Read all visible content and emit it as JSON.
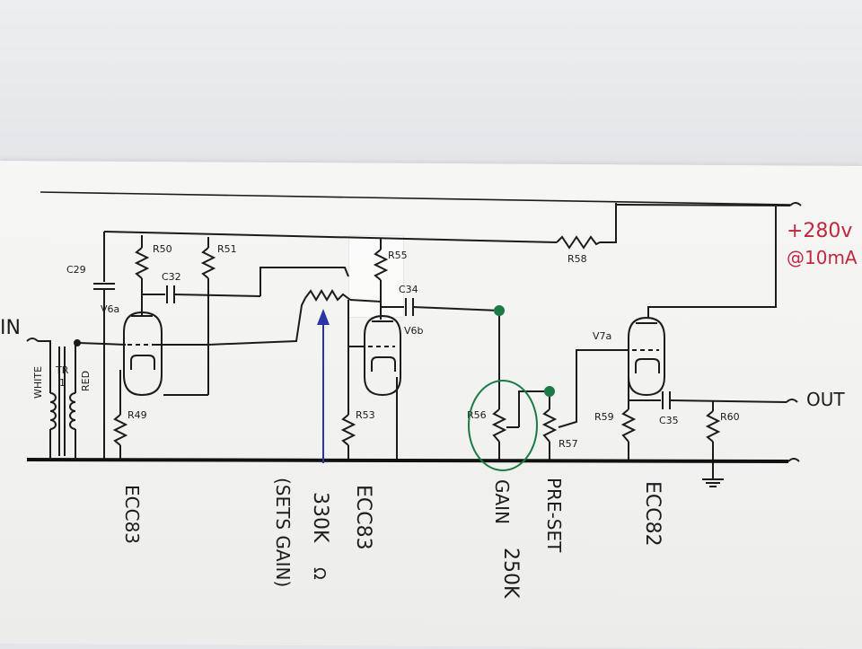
{
  "printed_labels": {
    "c29": "C29",
    "c32": "C32",
    "c34": "C34",
    "c35": "C35",
    "r49": "R49",
    "r50": "R50",
    "r51": "R51",
    "r53": "R53",
    "r55": "R55",
    "r56": "R56",
    "r57": "R57",
    "r58": "R58",
    "r59": "R59",
    "r60": "R60",
    "v6a": "V6a",
    "v6b": "V6b",
    "v7a": "V7a",
    "tr": "TR",
    "tr_num": "1",
    "white": "WHITE",
    "red": "RED",
    "input": "IN"
  },
  "handwritten": {
    "supply": "+280v",
    "current": "@10mA",
    "out": "OUT",
    "tube1": "ECC83",
    "tube2": "ECC83",
    "tube3": "ECC82",
    "resistor_note": "330K",
    "resistor_ohm": "Ω",
    "sets_gain": "(SETS GAIN)",
    "gain": "GAIN",
    "gain_value": "250K",
    "preset": "PRE-SET"
  },
  "colors": {
    "ink": "#1b1b1b",
    "supply_ink": "#c0283e",
    "arrow_ink": "#2a36a8",
    "marker_ink": "#1d7a44"
  }
}
